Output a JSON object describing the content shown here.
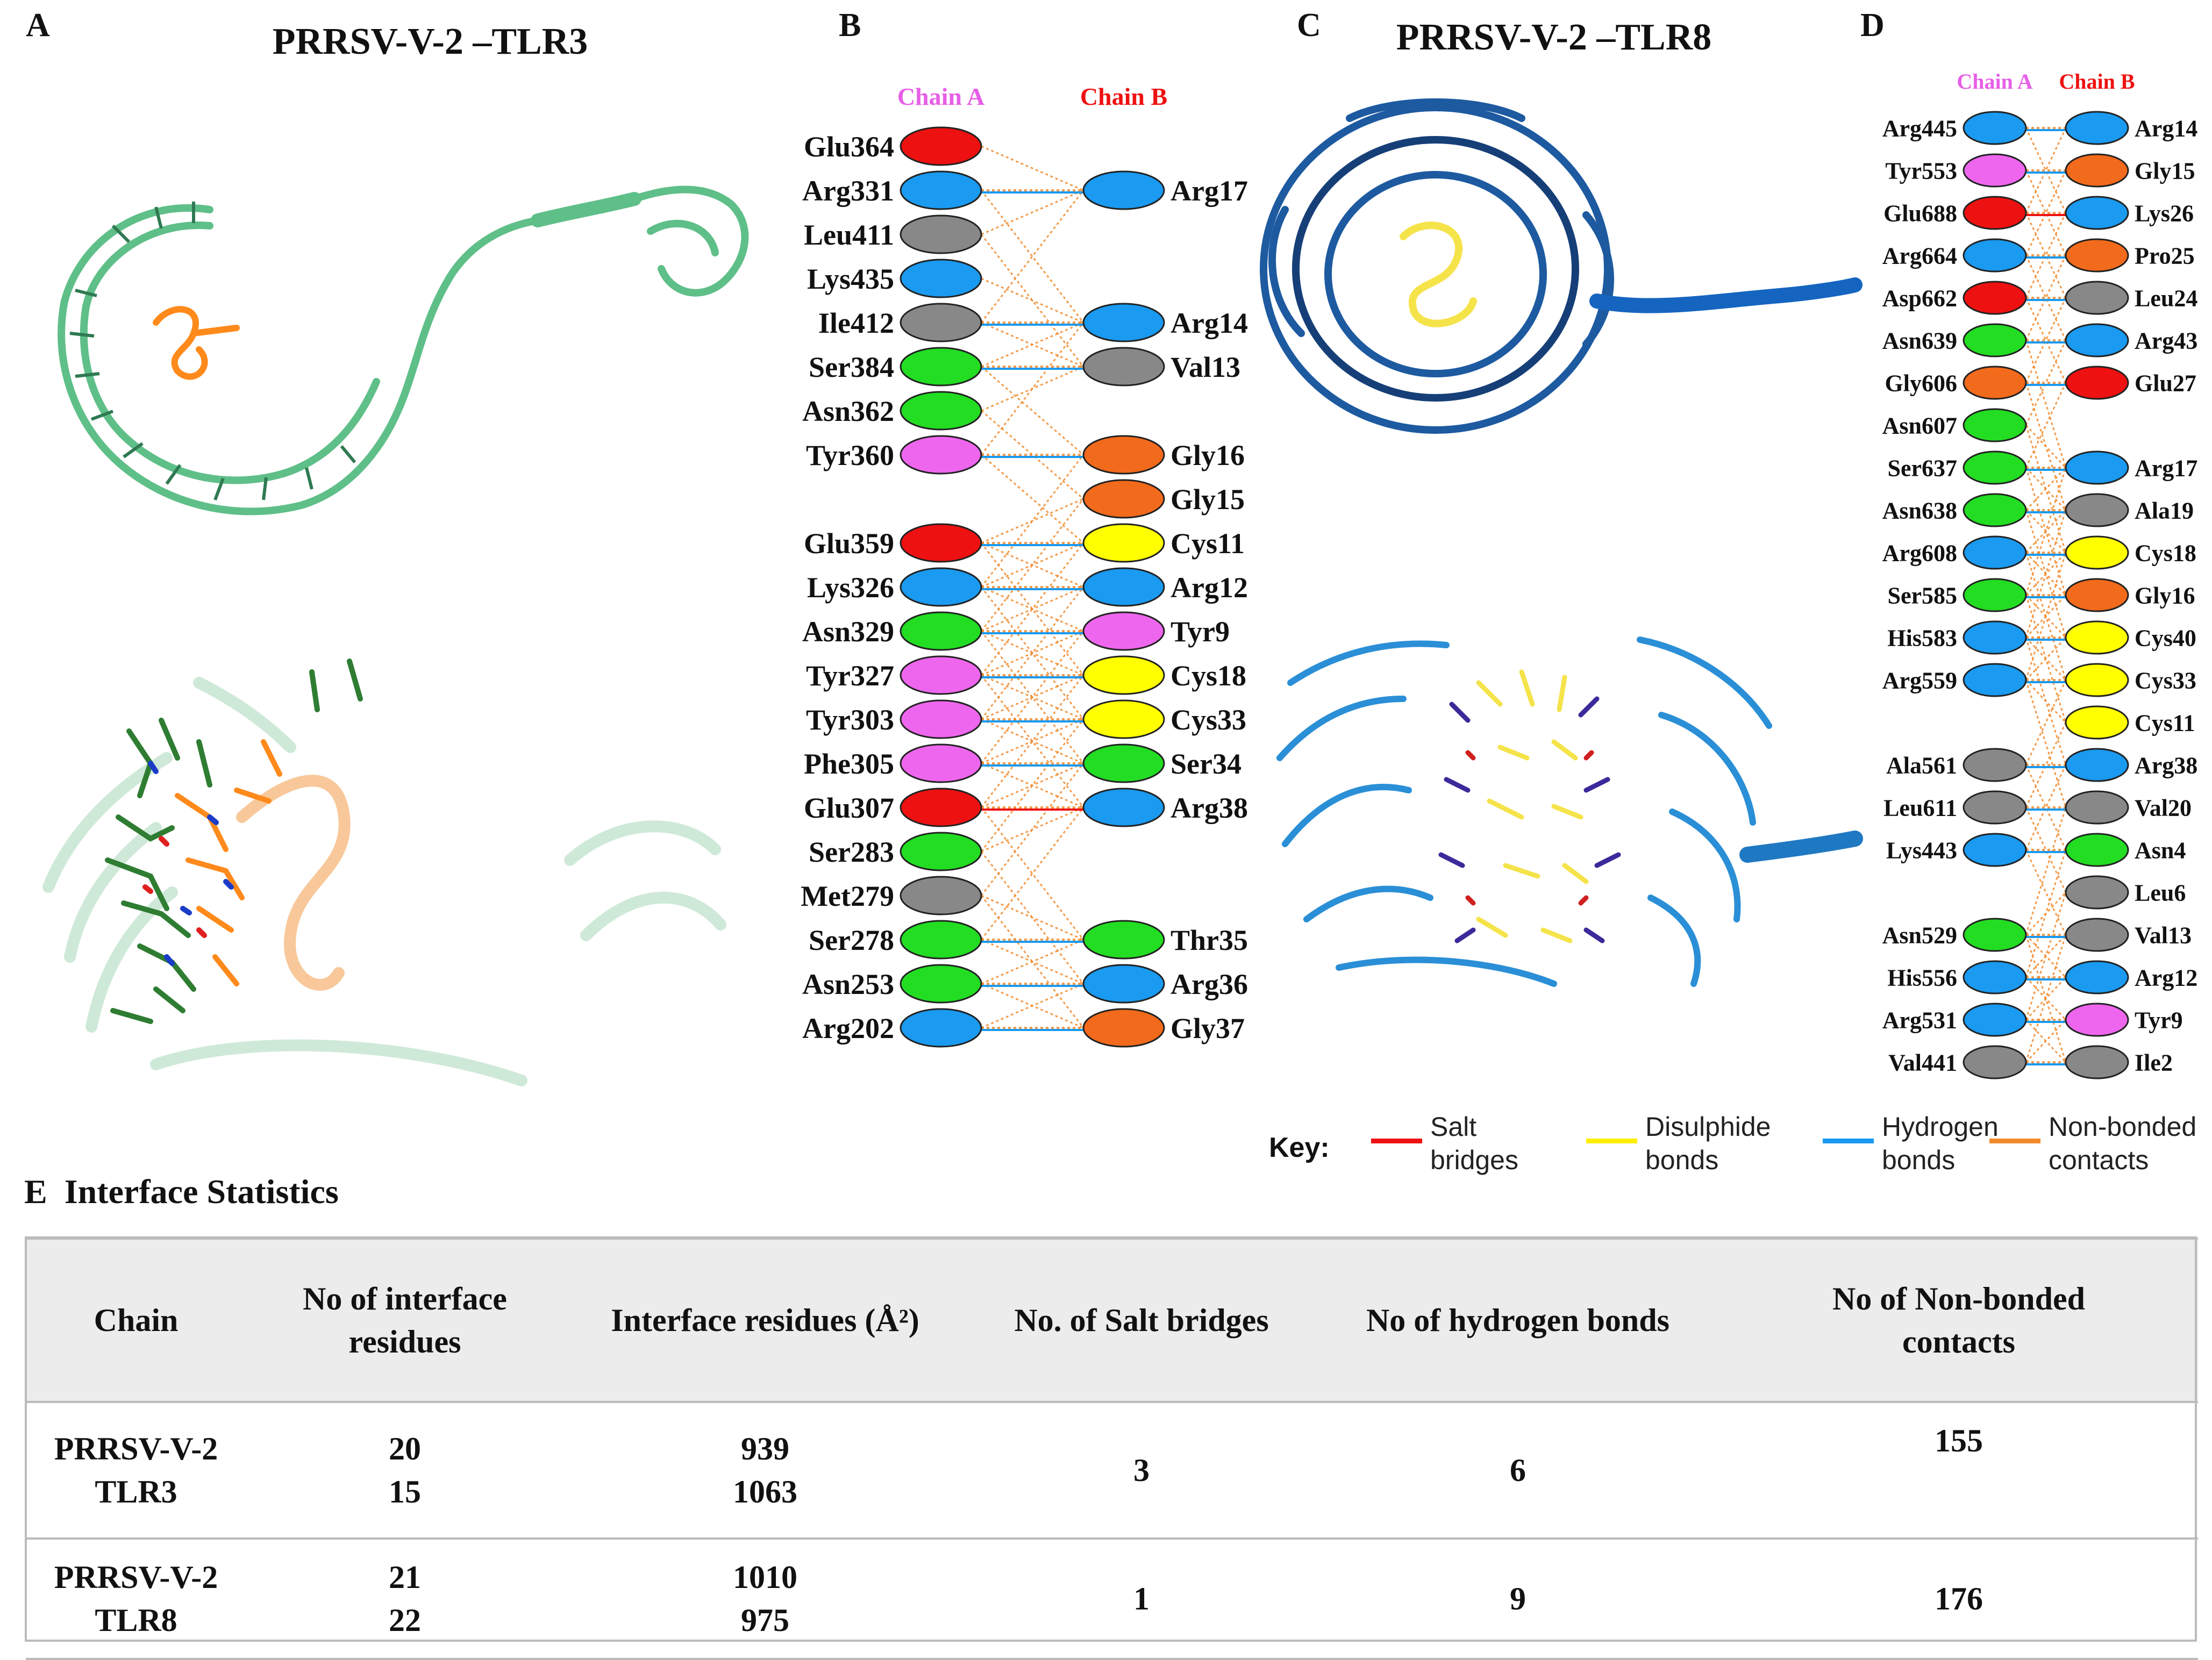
{
  "panels": {
    "A": {
      "letter": "A",
      "title": "PRRSV-V-2 –TLR3"
    },
    "B": {
      "letter": "B"
    },
    "C": {
      "letter": "C",
      "title": "PRRSV-V-2 –TLR8"
    },
    "D": {
      "letter": "D"
    },
    "E": {
      "letter": "E",
      "title": "Interface Statistics"
    }
  },
  "colors": {
    "red": "#ee1111",
    "blue": "#1a9af0",
    "grey": "#888888",
    "green": "#22dd22",
    "violet": "#ee66ee",
    "orange": "#f26a1b",
    "yellow": "#ffff00",
    "chainA": "#e75ee7",
    "chainB": "#ee1111",
    "tlr3_ribbon": "#5fbf88",
    "tlr8_ribbon": "#1d5aa0",
    "peptide_orange": "#ff8a1c",
    "peptide_yellow": "#f5e34a"
  },
  "diagram_B": {
    "chain_a_label": "Chain A",
    "chain_b_label": "Chain B",
    "chain_a": [
      {
        "name": "Glu364",
        "color": "red"
      },
      {
        "name": "Arg331",
        "color": "blue"
      },
      {
        "name": "Leu411",
        "color": "grey"
      },
      {
        "name": "Lys435",
        "color": "blue"
      },
      {
        "name": "Ile412",
        "color": "grey"
      },
      {
        "name": "Ser384",
        "color": "green"
      },
      {
        "name": "Asn362",
        "color": "green"
      },
      {
        "name": "Tyr360",
        "color": "violet"
      },
      {
        "name": "Glu359",
        "color": "red"
      },
      {
        "name": "Lys326",
        "color": "blue"
      },
      {
        "name": "Asn329",
        "color": "green"
      },
      {
        "name": "Tyr327",
        "color": "violet"
      },
      {
        "name": "Tyr303",
        "color": "violet"
      },
      {
        "name": "Phe305",
        "color": "violet"
      },
      {
        "name": "Glu307",
        "color": "red"
      },
      {
        "name": "Ser283",
        "color": "green"
      },
      {
        "name": "Met279",
        "color": "grey"
      },
      {
        "name": "Ser278",
        "color": "green"
      },
      {
        "name": "Asn253",
        "color": "green"
      },
      {
        "name": "Arg202",
        "color": "blue"
      }
    ],
    "chain_a_rows": [
      0,
      1,
      2,
      3,
      4,
      5,
      6,
      7,
      9,
      10,
      11,
      12,
      13,
      14,
      15,
      16,
      17,
      18,
      19,
      20
    ],
    "chain_b": [
      {
        "name": "Arg17",
        "color": "blue",
        "row": 1
      },
      {
        "name": "Arg14",
        "color": "blue",
        "row": 4
      },
      {
        "name": "Val13",
        "color": "grey",
        "row": 5
      },
      {
        "name": "Gly16",
        "color": "orange",
        "row": 7
      },
      {
        "name": "Gly15",
        "color": "orange",
        "row": 8
      },
      {
        "name": "Cys11",
        "color": "yellow",
        "row": 9
      },
      {
        "name": "Arg12",
        "color": "blue",
        "row": 10
      },
      {
        "name": "Tyr9",
        "color": "violet",
        "row": 11
      },
      {
        "name": "Cys18",
        "color": "yellow",
        "row": 12
      },
      {
        "name": "Cys33",
        "color": "yellow",
        "row": 13
      },
      {
        "name": "Ser34",
        "color": "green",
        "row": 14
      },
      {
        "name": "Arg38",
        "color": "blue",
        "row": 15
      },
      {
        "name": "Thr35",
        "color": "green",
        "row": 18
      },
      {
        "name": "Arg36",
        "color": "blue",
        "row": 19
      },
      {
        "name": "Gly37",
        "color": "orange",
        "row": 20
      }
    ]
  },
  "diagram_D": {
    "chain_a_label": "Chain A",
    "chain_b_label": "Chain B",
    "chain_a": [
      {
        "name": "Arg445",
        "color": "blue",
        "row": 0
      },
      {
        "name": "Tyr553",
        "color": "violet",
        "row": 1
      },
      {
        "name": "Glu688",
        "color": "red",
        "row": 2
      },
      {
        "name": "Arg664",
        "color": "blue",
        "row": 3
      },
      {
        "name": "Asp662",
        "color": "red",
        "row": 4
      },
      {
        "name": "Asn639",
        "color": "green",
        "row": 5
      },
      {
        "name": "Gly606",
        "color": "orange",
        "row": 6
      },
      {
        "name": "Asn607",
        "color": "green",
        "row": 7
      },
      {
        "name": "Ser637",
        "color": "green",
        "row": 8
      },
      {
        "name": "Asn638",
        "color": "green",
        "row": 9
      },
      {
        "name": "Arg608",
        "color": "blue",
        "row": 10
      },
      {
        "name": "Ser585",
        "color": "green",
        "row": 11
      },
      {
        "name": "His583",
        "color": "blue",
        "row": 12
      },
      {
        "name": "Arg559",
        "color": "blue",
        "row": 13
      },
      {
        "name": "Ala561",
        "color": "grey",
        "row": 15
      },
      {
        "name": "Leu611",
        "color": "grey",
        "row": 16
      },
      {
        "name": "Lys443",
        "color": "blue",
        "row": 17
      },
      {
        "name": "Asn529",
        "color": "green",
        "row": 19
      },
      {
        "name": "His556",
        "color": "blue",
        "row": 20
      },
      {
        "name": "Arg531",
        "color": "blue",
        "row": 21
      },
      {
        "name": "Val441",
        "color": "grey",
        "row": 22
      }
    ],
    "chain_b": [
      {
        "name": "Arg14",
        "color": "blue",
        "row": 0
      },
      {
        "name": "Gly15",
        "color": "orange",
        "row": 1
      },
      {
        "name": "Lys26",
        "color": "blue",
        "row": 2
      },
      {
        "name": "Pro25",
        "color": "orange",
        "row": 3
      },
      {
        "name": "Leu24",
        "color": "grey",
        "row": 4
      },
      {
        "name": "Arg43",
        "color": "blue",
        "row": 5
      },
      {
        "name": "Glu27",
        "color": "red",
        "row": 6
      },
      {
        "name": "Arg17",
        "color": "blue",
        "row": 8
      },
      {
        "name": "Ala19",
        "color": "grey",
        "row": 9
      },
      {
        "name": "Cys18",
        "color": "yellow",
        "row": 10
      },
      {
        "name": "Gly16",
        "color": "orange",
        "row": 11
      },
      {
        "name": "Cys40",
        "color": "yellow",
        "row": 12
      },
      {
        "name": "Cys33",
        "color": "yellow",
        "row": 13
      },
      {
        "name": "Cys11",
        "color": "yellow",
        "row": 14
      },
      {
        "name": "Arg38",
        "color": "blue",
        "row": 15
      },
      {
        "name": "Val20",
        "color": "grey",
        "row": 16
      },
      {
        "name": "Asn4",
        "color": "green",
        "row": 17
      },
      {
        "name": "Leu6",
        "color": "grey",
        "row": 18
      },
      {
        "name": "Val13",
        "color": "grey",
        "row": 19
      },
      {
        "name": "Arg12",
        "color": "blue",
        "row": 20
      },
      {
        "name": "Tyr9",
        "color": "violet",
        "row": 21
      },
      {
        "name": "Ile2",
        "color": "grey",
        "row": 22
      }
    ]
  },
  "key": {
    "title": "Key:",
    "items": [
      {
        "label": "Salt\nbridges",
        "color": "#ee1111"
      },
      {
        "label": "Disulphide\nbonds",
        "color": "#ffee00"
      },
      {
        "label": "Hydrogen\nbonds",
        "color": "#1a9af0"
      },
      {
        "label": "Non-bonded\ncontacts",
        "color": "#f28a2c"
      }
    ]
  },
  "stats_table": {
    "headers": [
      "Chain",
      "No of interface\nresidues",
      "Interface residues (Å²)",
      "No. of Salt bridges",
      "No of hydrogen bonds",
      "No of Non-bonded\ncontacts"
    ],
    "rows": [
      {
        "chain": "PRRSV-V-2\nTLR3",
        "residues": "20\n15",
        "area": "939\n1063",
        "salt": "3",
        "hbonds": "6",
        "nonbonded": "155"
      },
      {
        "chain": "PRRSV-V-2\nTLR8",
        "residues": "21\n22",
        "area": "1010\n975",
        "salt": "1",
        "hbonds": "9",
        "nonbonded": "176"
      }
    ]
  }
}
